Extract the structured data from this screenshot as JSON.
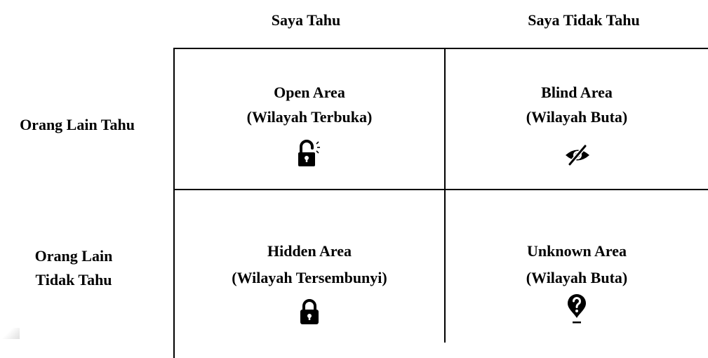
{
  "columns": {
    "known_to_self": "Saya Tahu",
    "unknown_to_self": "Saya Tidak Tahu"
  },
  "rows": {
    "known_to_others": "Orang Lain Tahu",
    "unknown_to_others_line1": "Orang Lain",
    "unknown_to_others_line2": "Tidak Tahu"
  },
  "quadrants": {
    "open": {
      "title": "Open Area",
      "subtitle": "(Wilayah Terbuka)",
      "icon": "unlocked-padlock-icon"
    },
    "blind": {
      "title": "Blind Area",
      "subtitle": "(Wilayah Buta)",
      "icon": "eye-slash-icon"
    },
    "hidden": {
      "title": "Hidden Area",
      "subtitle": "(Wilayah Tersembunyi)",
      "icon": "locked-padlock-icon"
    },
    "unknown": {
      "title": "Unknown Area",
      "subtitle": "(Wilayah Buta)",
      "icon": "question-pin-icon"
    }
  },
  "colors": {
    "line": "#000000",
    "text": "#000000",
    "background": "#ffffff"
  }
}
